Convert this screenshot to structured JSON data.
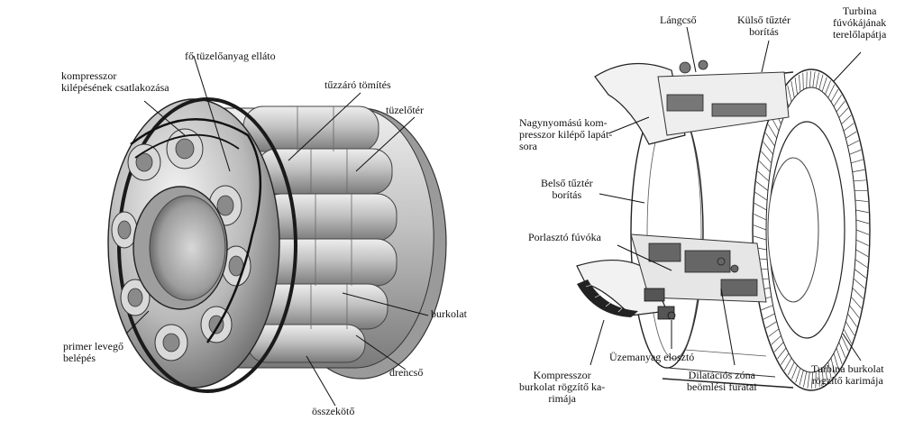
{
  "left_figure": {
    "labels": {
      "compressor_outlet": "kompresszor\nkilépésének csatlakozása",
      "main_fuel_supply": "fő tüzelőanyag elláto",
      "fire_seal": "tűzzáró tömítés",
      "combustion_chamber": "tüzelőtér",
      "casing": "burkolat",
      "primary_air_inlet": "primer levegő\nbelépés",
      "drain_pipe": "drencső",
      "connector": "összekötő"
    }
  },
  "right_figure": {
    "labels": {
      "flame_tube": "Lángcső",
      "outer_liner": "Külső tűztér\nborítás",
      "turbine_nozzle_vanes": "Turbina\nfúvókájának\nterelőlapátja",
      "hp_compressor_outlet_vanes": "Nagynyomású kom-\npresszor kilépő lapát-\nsora",
      "inner_liner": "Belső tűztér\nborítás",
      "atomizer_nozzle": "Porlasztó fúvóka",
      "fuel_distributor": "Üzemanyag elosztó",
      "compressor_casing_flange": "Kompresszor\nburkolat rögzítő ka-\nrimája",
      "dilution_holes": "Dilatációs zóna\nbeömlési furatai",
      "turbine_casing_flange": "Turbina burkolat\nrögzítő karimája"
    }
  }
}
